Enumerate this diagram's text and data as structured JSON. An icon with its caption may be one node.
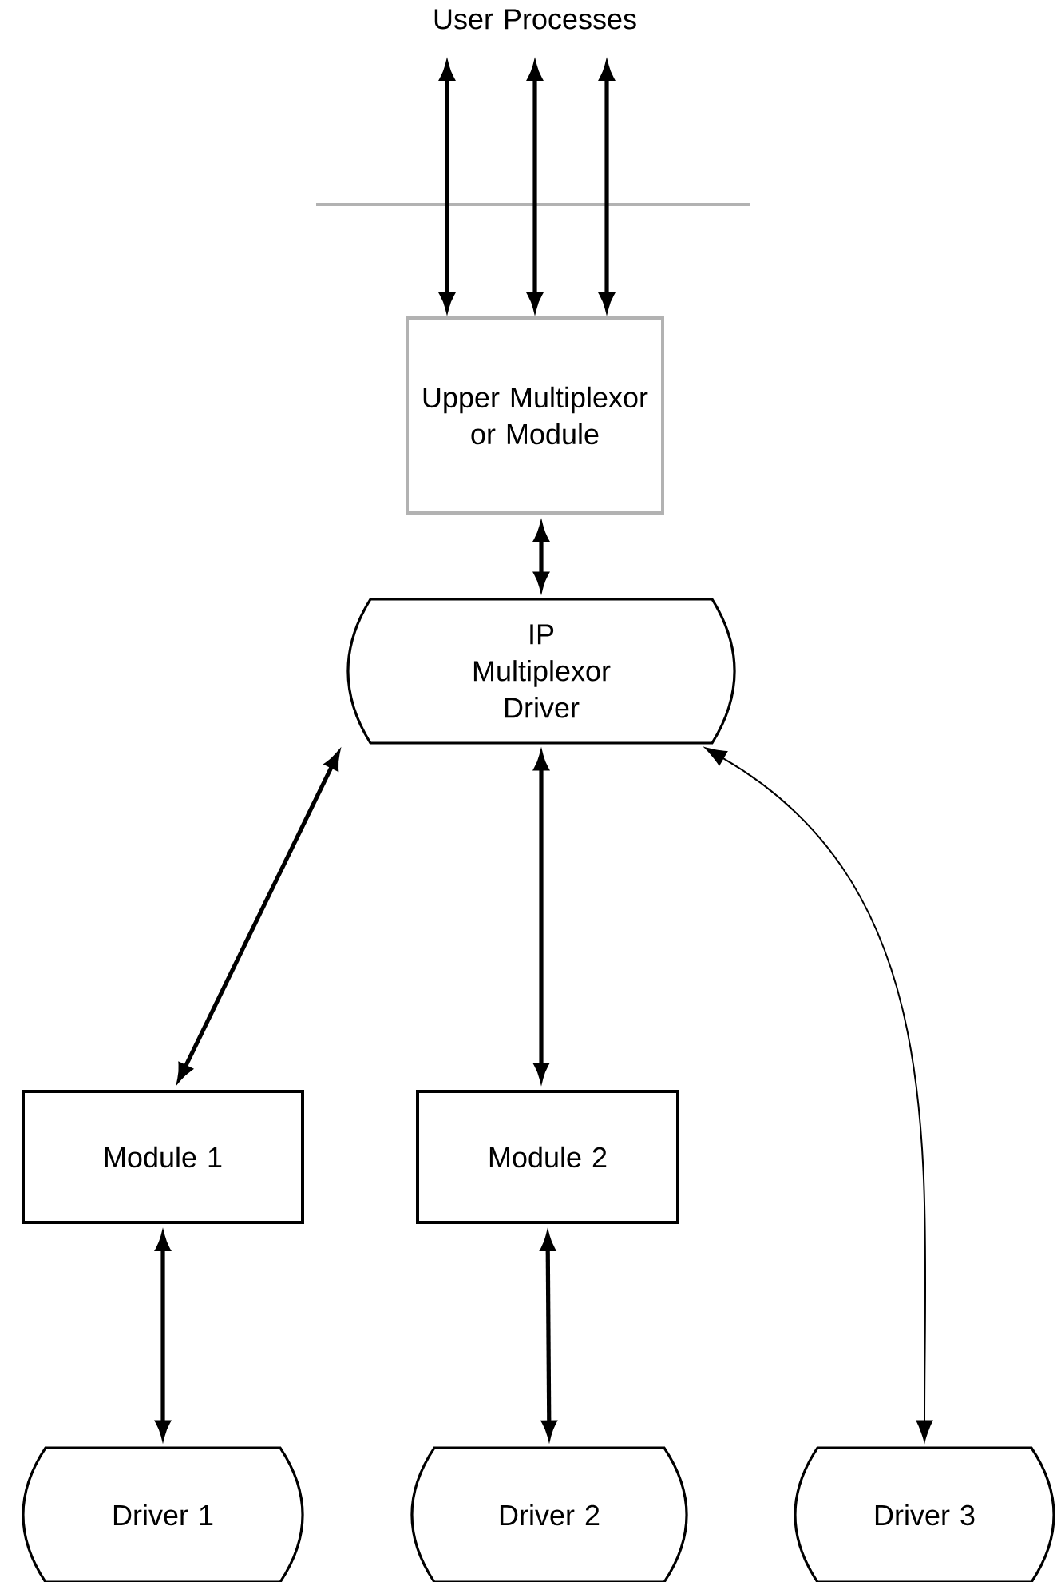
{
  "diagram": {
    "nodes": [
      {
        "text": [
          "User Processes"
        ]
      },
      {
        "text": [
          "Upper Multiplexor or Module"
        ]
      },
      {
        "text": [
          "IP Multiplexor Driver"
        ]
      },
      {
        "text": [
          "Module 1"
        ]
      },
      {
        "text": [
          "Module 2"
        ]
      },
      {
        "text": [
          "Driver 1"
        ]
      },
      {
        "text": [
          "Driver 2"
        ]
      },
      {
        "text": [
          "Driver 3"
        ]
      }
    ],
    "edges": [
      {
        "from": 0,
        "to": 1,
        "arrow": "both"
      },
      {
        "from": 0,
        "to": 1,
        "arrow": "both"
      },
      {
        "from": 0,
        "to": 1,
        "arrow": "both"
      },
      {
        "from": 1,
        "to": 2,
        "arrow": "both"
      },
      {
        "from": 2,
        "to": 3,
        "arrow": "both"
      },
      {
        "from": 2,
        "to": 4,
        "arrow": "both"
      },
      {
        "from": 2,
        "to": 7,
        "arrow": "both"
      },
      {
        "from": 3,
        "to": 5,
        "arrow": "both"
      },
      {
        "from": 4,
        "to": 6,
        "arrow": "both"
      }
    ]
  }
}
